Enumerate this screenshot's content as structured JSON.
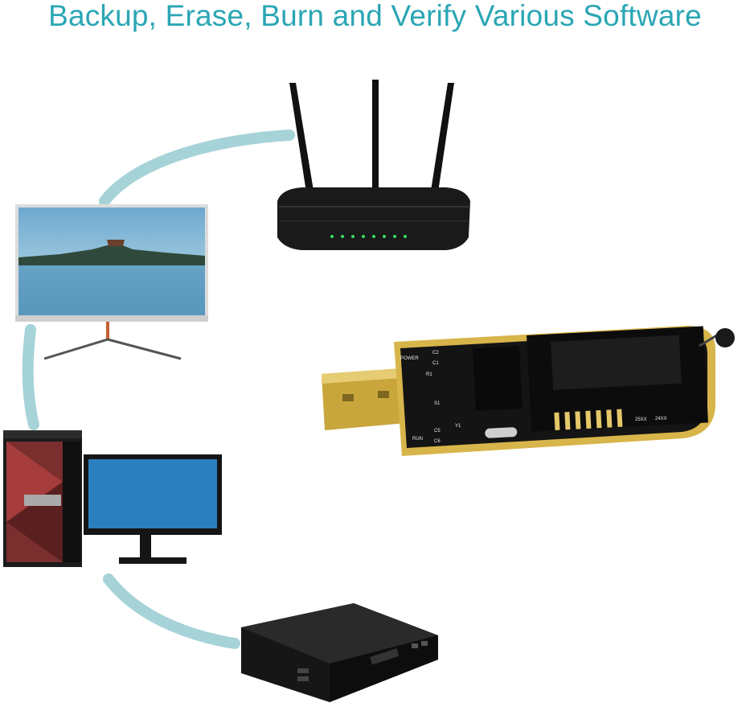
{
  "header": {
    "title": "Backup, Erase, Burn and Verify Various Software"
  },
  "devices": [
    {
      "name": "wireless-router"
    },
    {
      "name": "led-monitor"
    },
    {
      "name": "desktop-computer"
    },
    {
      "name": "tv-set-top-box"
    },
    {
      "name": "usb-eeprom-programmer"
    }
  ],
  "programmer": {
    "labels": {
      "power": "POWER",
      "run": "RUN",
      "chip_series": [
        "25XX",
        "24XX"
      ],
      "parts": [
        "C2",
        "C1",
        "R1",
        "S1",
        "Y1",
        "C5",
        "C6"
      ]
    }
  },
  "colors": {
    "title": "#2aa6b4",
    "connector_arc": "#a6d3d8",
    "board": "#141414",
    "gold": "#d8b54a",
    "monitor_screen": "#2b7fbf"
  }
}
